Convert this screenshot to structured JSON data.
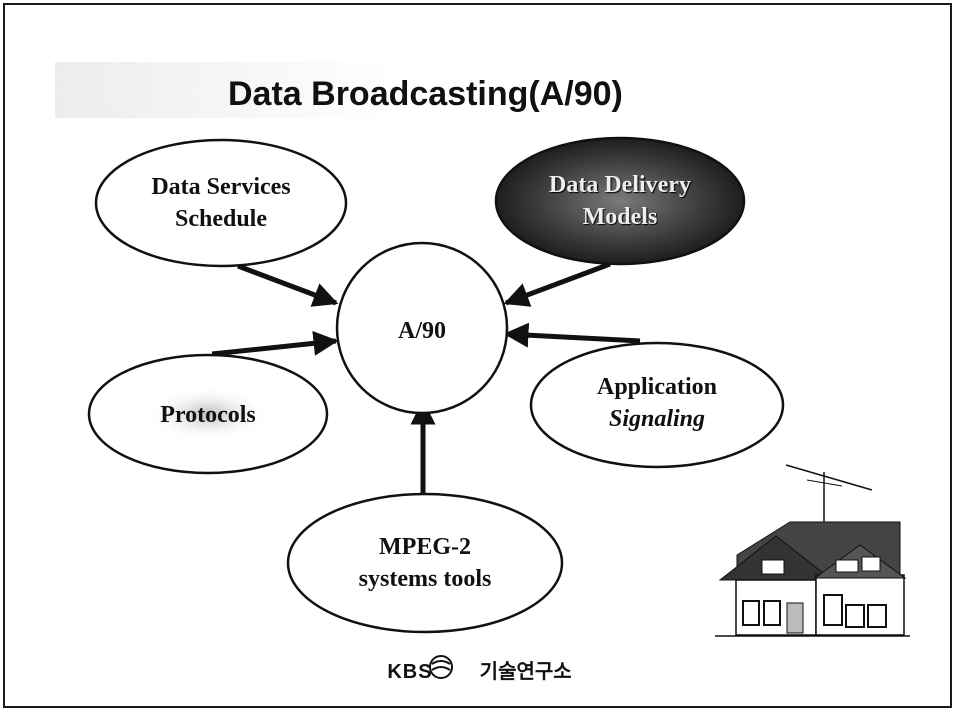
{
  "title": "Data Broadcasting(A/90)",
  "center": {
    "label": "A/90"
  },
  "nodes": {
    "data_services_schedule": {
      "line1": "Data Services",
      "line2": "Schedule"
    },
    "data_delivery_models": {
      "line1": "Data Delivery",
      "line2": "Models"
    },
    "protocols": {
      "line1": "Protocols"
    },
    "application_signaling": {
      "line1": "Application",
      "line2": "Signaling"
    },
    "mpeg2_systems_tools": {
      "line1": "MPEG-2",
      "line2": "systems tools"
    }
  },
  "footer": {
    "brand": "KBS",
    "org": "기술연구소"
  },
  "colors": {
    "frame": "#1a1a1a",
    "ink": "#111111",
    "dark_node": "#3a3a3a",
    "protocols_highlight": "#a8a8a8"
  }
}
